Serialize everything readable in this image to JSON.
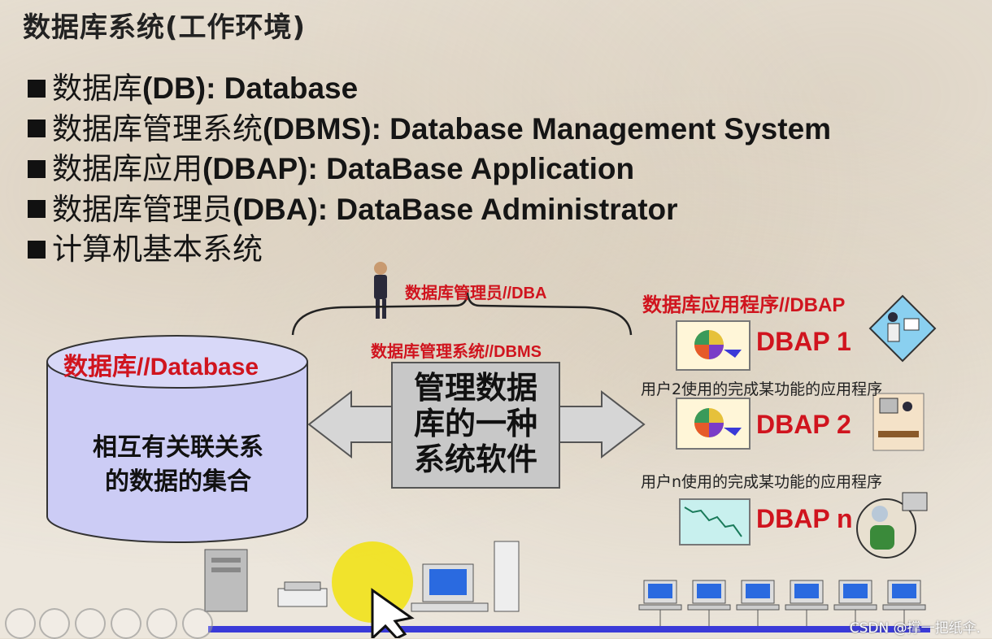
{
  "title": "数据库系统(工作环境)",
  "bullets": [
    {
      "cn": "数据库",
      "en": "(DB): Database"
    },
    {
      "cn": "数据库管理系统",
      "en": "(DBMS): Database Management System"
    },
    {
      "cn": "数据库应用",
      "en": "(DBAP): DataBase Application"
    },
    {
      "cn": "数据库管理员",
      "en": "(DBA): DataBase Administrator"
    },
    {
      "cn": "计算机基本系统",
      "en": ""
    }
  ],
  "diagram": {
    "dba_label": "数据库管理员//DBA",
    "dbms_label": "数据库管理系统//DBMS",
    "dbap_label": "数据库应用程序//DBAP",
    "database_label": "数据库//Database",
    "database_desc_line1": "相互有关联关系",
    "database_desc_line2": "的数据的集合",
    "dbms_desc_line1": "管理数据",
    "dbms_desc_line2": "库的一种",
    "dbms_desc_line3": "系统软件",
    "apps": [
      {
        "label": "DBAP 1",
        "desc": "用户2使用的完成某功能的应用程序"
      },
      {
        "label": "DBAP 2",
        "desc": "用户n使用的完成某功能的应用程序"
      },
      {
        "label": "DBAP n",
        "desc": ""
      }
    ]
  },
  "watermark": "CSDN @撑一把纸伞.",
  "colors": {
    "accent_red": "#d0141e",
    "cylinder_fill": "#ccccf5",
    "network_blue": "#3a3ad8"
  }
}
